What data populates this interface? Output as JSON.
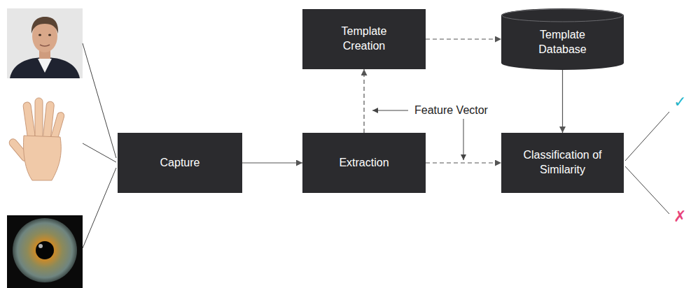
{
  "diagram": {
    "nodes": [
      {
        "text": [
          "Capture"
        ]
      },
      {
        "text": [
          "Extraction"
        ]
      },
      {
        "text": [
          "Template Creation"
        ]
      },
      {
        "text": [
          "Template Database"
        ]
      },
      {
        "text": [
          "Classification of Similarity"
        ]
      }
    ],
    "edges": [
      {
        "from": 0,
        "to": 1,
        "arrow": "to"
      },
      {
        "from": 1,
        "to": 2,
        "arrow": "to"
      },
      {
        "from": 2,
        "to": 3,
        "arrow": "to"
      },
      {
        "from": 3,
        "to": 4,
        "arrow": "to"
      },
      {
        "from": 1,
        "to": 4,
        "arrow": "to"
      }
    ],
    "labels": [
      "Feature Vector",
      "✓",
      "✗"
    ]
  }
}
